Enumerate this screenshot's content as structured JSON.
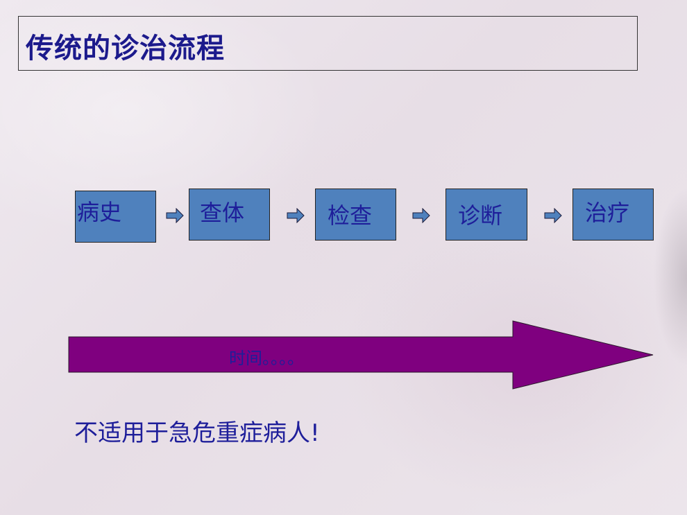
{
  "title": "传统的诊治流程",
  "steps": [
    {
      "label": "病史"
    },
    {
      "label": "查体"
    },
    {
      "label": "检查"
    },
    {
      "label": "诊断"
    },
    {
      "label": "治疗"
    }
  ],
  "time_label": "时间。。。。",
  "note": "不适用于急危重症病人!",
  "colors": {
    "background": "#ede6ec",
    "title_text": "#1c1a8c",
    "step_fill": "#4f81bd",
    "step_text": "#1e1e9a",
    "time_arrow_fill": "#7f007f",
    "small_arrow_fill": "#4f81bd"
  }
}
